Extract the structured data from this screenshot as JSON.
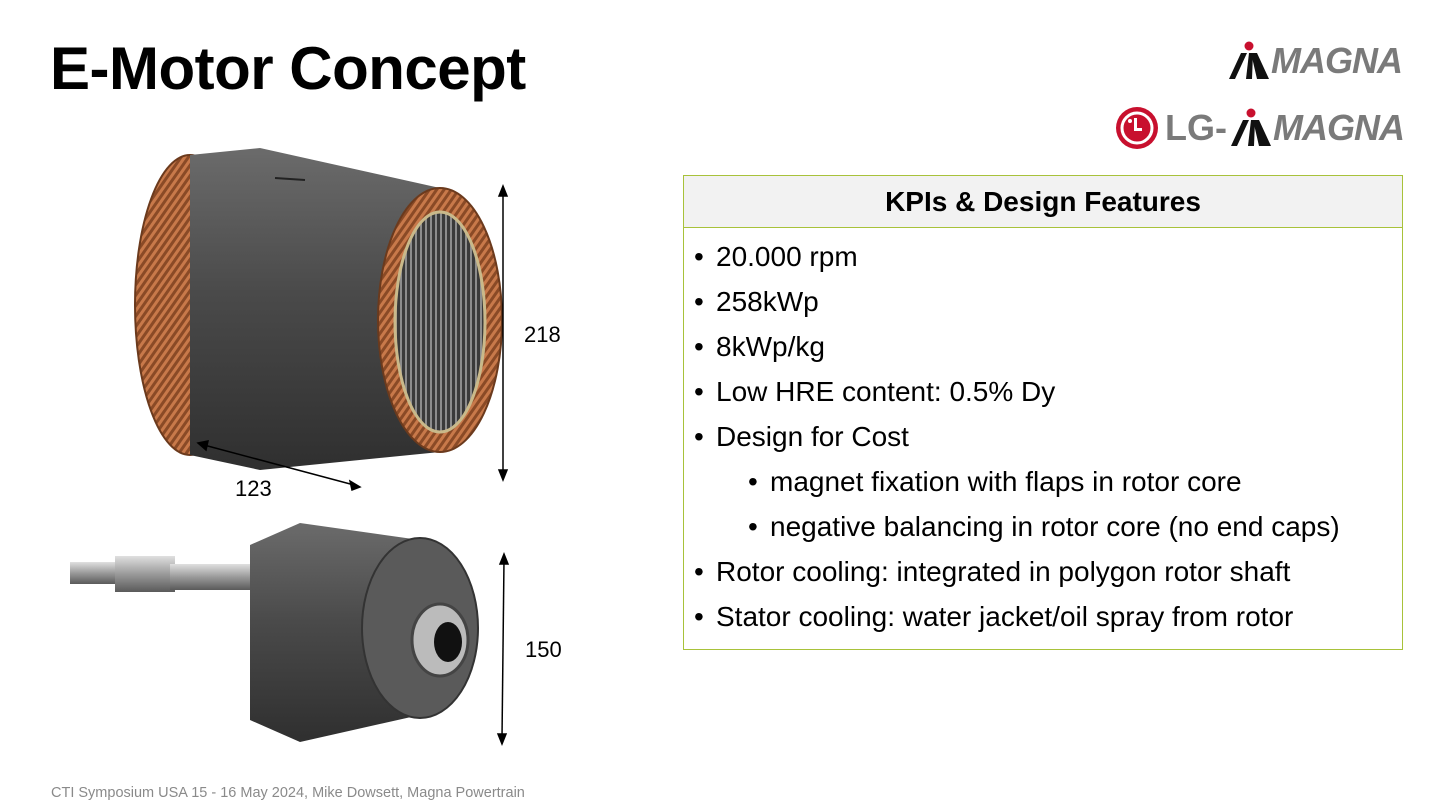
{
  "slide": {
    "title": "E-Motor Concept",
    "footer": "CTI Symposium USA 15 - 16 May 2024, Mike Dowsett, Magna Powertrain"
  },
  "logos": {
    "magna": "MAGNA",
    "lg_magna_lg": "LG-",
    "lg_magna_magna": "MAGNA"
  },
  "kpi": {
    "header": "KPIs & Design Features",
    "items": [
      {
        "text": "20.000 rpm",
        "level": 1
      },
      {
        "text": "258kWp",
        "level": 1
      },
      {
        "text": "8kWp/kg",
        "level": 1
      },
      {
        "text": "Low HRE content: 0.5% Dy",
        "level": 1
      },
      {
        "text": "Design for Cost",
        "level": 1
      },
      {
        "text": "magnet fixation with flaps in rotor core",
        "level": 2
      },
      {
        "text": "negative balancing in rotor core (no end caps)",
        "level": 2
      },
      {
        "text": "Rotor cooling:  integrated in polygon rotor shaft",
        "level": 1
      },
      {
        "text": "Stator cooling: water jacket/oil spray from rotor",
        "level": 1
      }
    ],
    "bullet": "•"
  },
  "dimensions": {
    "stator_height": "218",
    "stator_length": "123",
    "rotor_height": "150"
  },
  "colors": {
    "accent_border": "#a8c23a",
    "header_bg": "#f2f2f2",
    "copper": "#b56a3c",
    "steel": "#4a4a4a",
    "lg_red": "#c8102e"
  }
}
